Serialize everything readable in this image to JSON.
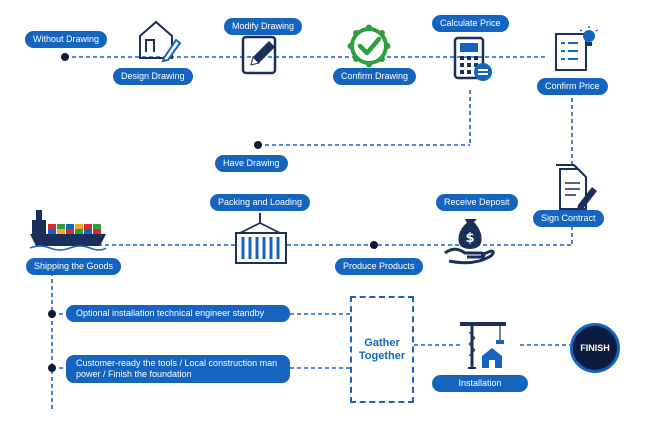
{
  "steps": {
    "without_drawing": "Without Drawing",
    "design_drawing": "Design Drawing",
    "modify_drawing": "Modify Drawing",
    "confirm_drawing": "Confirm Drawing",
    "calculate_price": "Calculate Price",
    "confirm_price": "Confirm Price",
    "have_drawing": "Have Drawing",
    "sign_contract": "Sign Contract",
    "receive_deposit": "Receive Deposit",
    "packing_and_loading": "Packing and Loading",
    "produce_products": "Produce Products",
    "shipping_the_goods": "Shipping the Goods",
    "optional_installation": "Optional installation technical engineer standby",
    "customer_ready": "Customer-ready the tools / Local construction man power / Finish the foundation",
    "gather_together": "Gather Together",
    "installation": "Installation",
    "finish": "FINISH"
  },
  "icons": {
    "design": "house-blueprint-icon",
    "modify": "pencil-edit-icon",
    "confirm": "checkmark-badge-icon",
    "calculate": "calculator-icon",
    "confirm_price": "checklist-bulb-icon",
    "contract": "contract-pen-icon",
    "deposit": "money-bag-hand-icon",
    "container": "container-crane-icon",
    "ship": "cargo-ship-icon",
    "installation": "tower-crane-icon"
  },
  "colors": {
    "primary": "#1565c0",
    "dark": "#0d1b3e",
    "check": "#2e9e3e",
    "accent_red": "#d32f2f"
  }
}
